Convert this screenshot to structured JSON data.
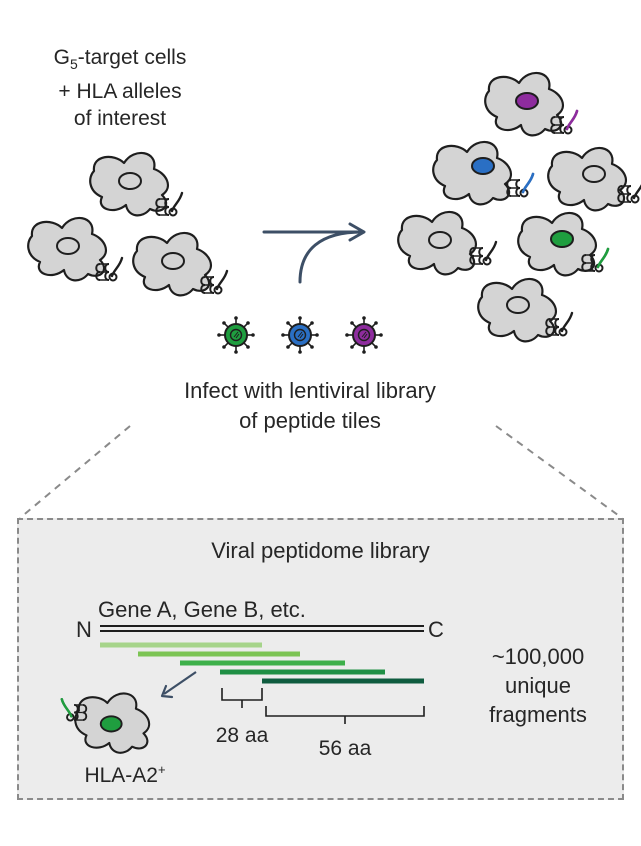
{
  "intro_label": {
    "line1_prefix": "G",
    "line1_sub": "5",
    "line1_suffix": "-target cells",
    "line2": "+ HLA alleles",
    "line3": "of interest"
  },
  "infect_label": {
    "line1": "Infect with lentiviral library",
    "line2": "of peptide tiles"
  },
  "library": {
    "title": "Viral peptidome library",
    "gene_label": "Gene A, Gene B, etc.",
    "n_terminus": "N",
    "c_terminus": "C",
    "tile_len_short": "28 aa",
    "tile_len_long": "56 aa",
    "count_line1": "~100,000",
    "count_line2": "unique",
    "count_line3": "fragments",
    "cell_label": "HLA-A2",
    "cell_label_sup": "+"
  },
  "colors": {
    "cell_fill": "#d4d4d4",
    "outline": "#1e1e1e",
    "arrow": "#3d4f66",
    "green": "#1f9e3f",
    "blue": "#2a6fc4",
    "purple": "#8e2c9e",
    "tile_1": "#a6d48a",
    "tile_2": "#7cc454",
    "tile_3": "#3db04a",
    "tile_4": "#1f8f45",
    "tile_5": "#0f5c3f"
  }
}
